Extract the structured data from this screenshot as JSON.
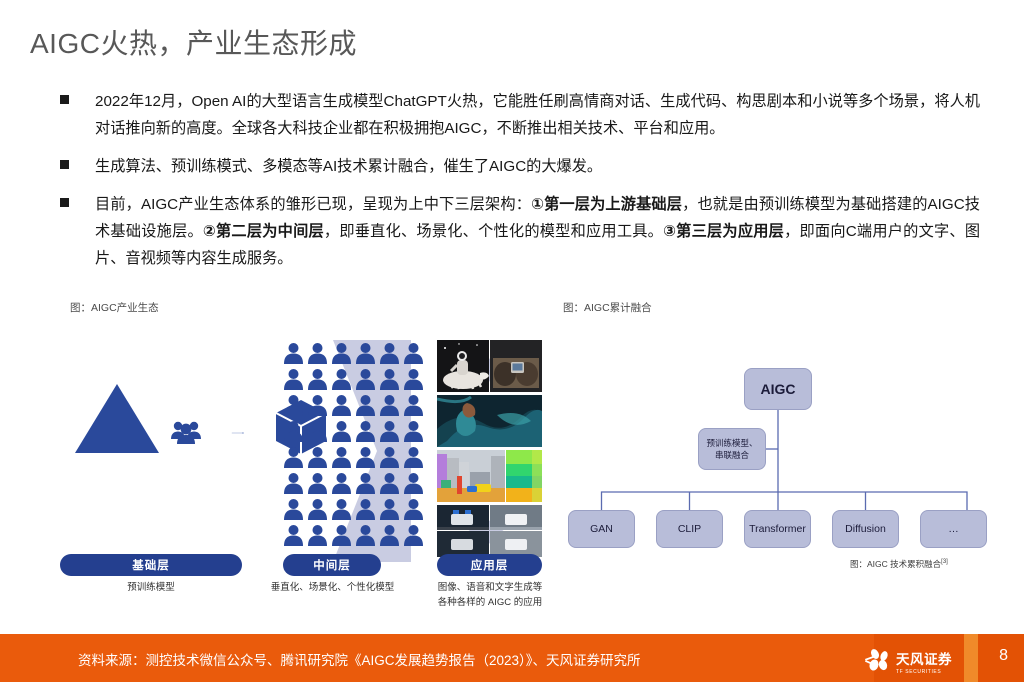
{
  "slide": {
    "title": "AIGC火热，产业生态形成",
    "page_number": "8"
  },
  "bullets": [
    {
      "text": "2022年12月，Open AI的大型语言生成模型ChatGPT火热，它能胜任刷高情商对话、生成代码、构思剧本和小说等多个场景，将人机对话推向新的高度。全球各大科技企业都在积极拥抱AIGC，不断推出相关技术、平台和应用。"
    },
    {
      "text": "生成算法、预训练模式、多模态等AI技术累计融合，催生了AIGC的大爆发。"
    },
    {
      "prefix": "目前，AIGC产业生态体系的雏形已现，呈现为上中下三层架构：",
      "b1": "①第一层为上游基础层",
      "mid1": "，也就是由预训练模型为基础搭建的AIGC技术基础设施层。",
      "b2": "②第二层为中间层",
      "mid2": "，即垂直化、场景化、个性化的模型和应用工具。",
      "b3": "③第三层为应用层",
      "mid3": "，即面向C端用户的文字、图片、音视频等内容生成服务。"
    }
  ],
  "figures": {
    "left_caption": "图：AIGC产业生态",
    "right_caption": "图：AIGC累计融合"
  },
  "left_diagram": {
    "layers": [
      {
        "pill": "基础层",
        "sub": "预训练模型"
      },
      {
        "pill": "中间层",
        "sub": "垂直化、场景化、个性化模型"
      },
      {
        "pill": "应用层",
        "sub_line1": "图像、语音和文字生成等",
        "sub_line2": "各种各样的 AIGC 的应用"
      }
    ],
    "people_rows": 8,
    "people_cols": 6,
    "thumbnails": [
      "astronaut-riding-horse",
      "abstract-teal-art",
      "street-scene-segmentation",
      "surveillance-camera-grid"
    ],
    "accent_color": "#2a499b",
    "funnel_color": "#c5c8e0"
  },
  "right_diagram": {
    "root": "AIGC",
    "middle": "预训练模型、串联融合",
    "middle_line1": "预训练模型、",
    "middle_line2": "串联融合",
    "leaves": [
      "GAN",
      "CLIP",
      "Transformer",
      "Diffusion",
      "…"
    ],
    "caption": "图：AIGC 技术累积融合",
    "caption_sup": "[3]",
    "node_color": "#b8bdd9",
    "line_color": "#5b6bb0"
  },
  "footer": {
    "source": "资料来源：测控技术微信公众号、腾讯研究院《AIGC发展趋势报告（2023）》、天风证券研究所",
    "logo_cn": "天风证券",
    "logo_en": "TF SECURITIES",
    "background_color": "#ea5b0c"
  }
}
